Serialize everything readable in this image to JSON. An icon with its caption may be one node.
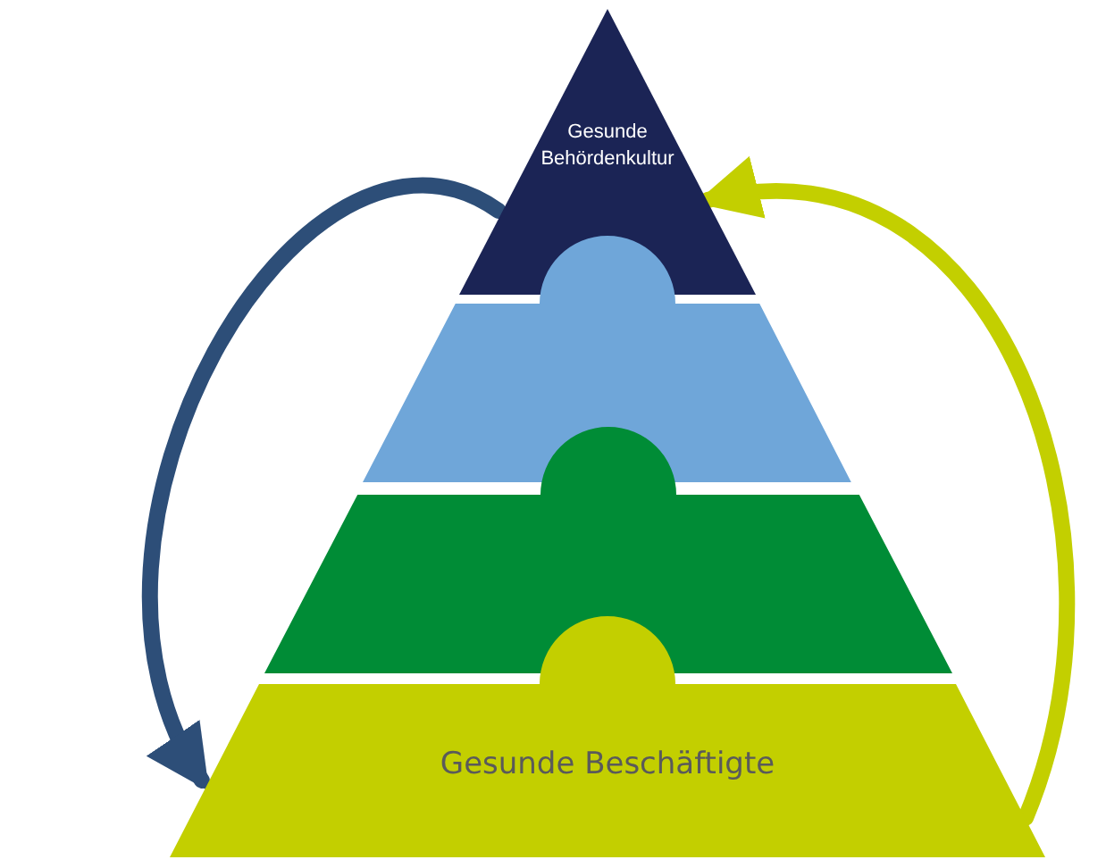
{
  "diagram": {
    "nodes": [
      {
        "text": [
          "Gesunde Behördenkultur"
        ]
      },
      {
        "text": [],
        "shape": "trapezoid"
      },
      {
        "text": [],
        "shape": "trapezoid"
      },
      {
        "text": [
          "Gesunde Beschäftigte"
        ]
      }
    ],
    "edges": [
      {
        "from": 0,
        "to": 3,
        "arrow": "to",
        "color": "#2d4e78"
      },
      {
        "from": 3,
        "to": 0,
        "arrow": "to",
        "color": "#c3cf00"
      }
    ]
  }
}
